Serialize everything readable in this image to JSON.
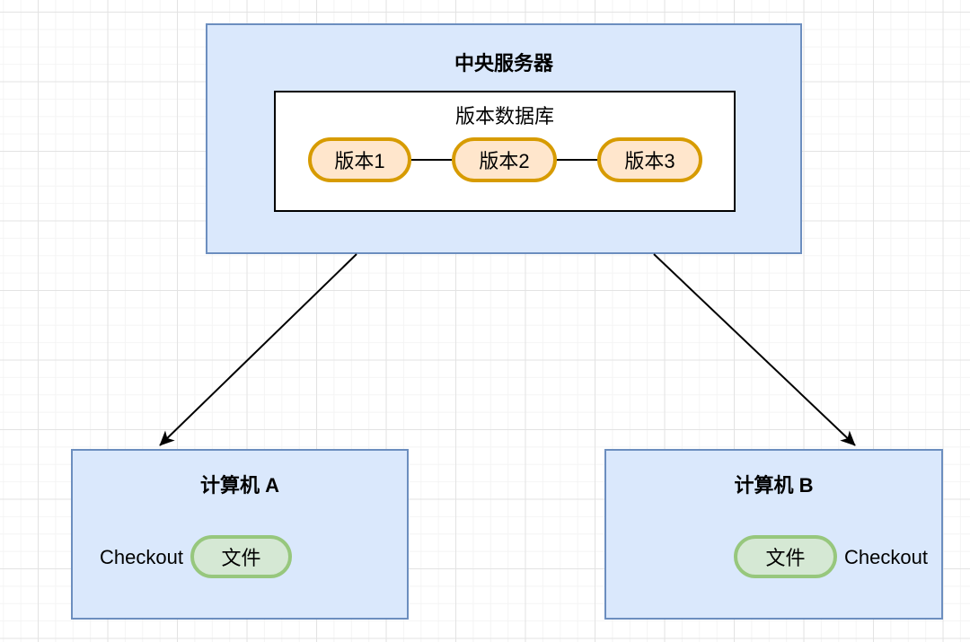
{
  "diagram": {
    "server": {
      "title": "中央服务器",
      "database": {
        "title": "版本数据库",
        "versions": [
          {
            "label": "版本1"
          },
          {
            "label": "版本2"
          },
          {
            "label": "版本3"
          }
        ]
      }
    },
    "computers": [
      {
        "title": "计算机 A",
        "checkout_label": "Checkout",
        "file_label": "文件",
        "checkout_side": "left"
      },
      {
        "title": "计算机 B",
        "checkout_label": "Checkout",
        "file_label": "文件",
        "checkout_side": "right"
      }
    ],
    "edges": [
      {
        "from": "中央服务器",
        "to": "计算机 A",
        "style": "arrow"
      },
      {
        "from": "中央服务器",
        "to": "计算机 B",
        "style": "arrow"
      },
      {
        "from": "版本1",
        "to": "版本2",
        "style": "line"
      },
      {
        "from": "版本2",
        "to": "版本3",
        "style": "line"
      }
    ],
    "colors": {
      "box_fill": "#dae8fc",
      "box_border": "#6c8ebf",
      "version_fill": "#ffe6cc",
      "version_border": "#d79b00",
      "file_fill": "#d5e8d4",
      "file_border": "#97c77d",
      "edge": "#000000",
      "grid_minor": "#f4f4f4",
      "grid_major": "#e3e3e3",
      "canvas_bg": "#ffffff"
    }
  }
}
